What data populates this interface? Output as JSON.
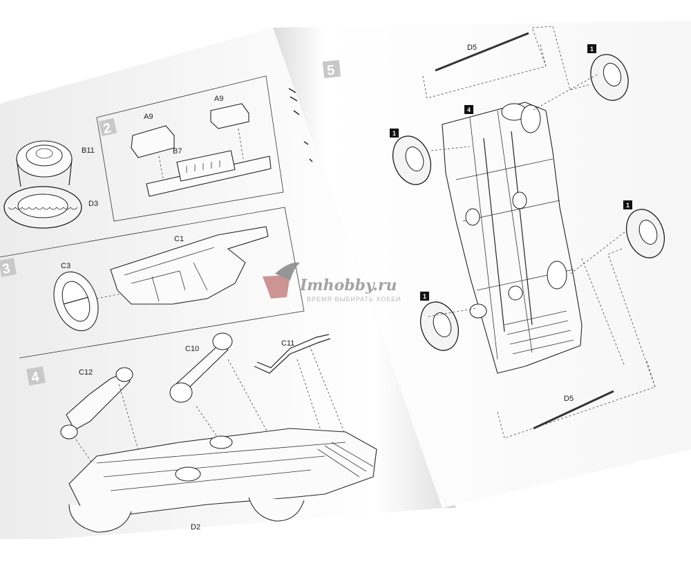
{
  "left_page": {
    "steps": [
      {
        "number": "2",
        "parts": [
          "A9",
          "A9",
          "B7"
        ]
      },
      {
        "number": "3",
        "parts": [
          "C3",
          "C1"
        ]
      },
      {
        "number": "4",
        "parts": [
          "C12",
          "C10",
          "C11",
          "D2"
        ]
      }
    ],
    "wheel_parts": [
      "B11",
      "D3"
    ]
  },
  "right_page": {
    "step": {
      "number": "5"
    },
    "parts": [
      "D5",
      "D5"
    ],
    "badges": [
      "1",
      "1",
      "1",
      "1",
      "4"
    ]
  },
  "watermark": {
    "title": "Imhobby.ru",
    "tagline": "ВРЕМЯ ВЫБИРАТЬ ХОББИ"
  }
}
